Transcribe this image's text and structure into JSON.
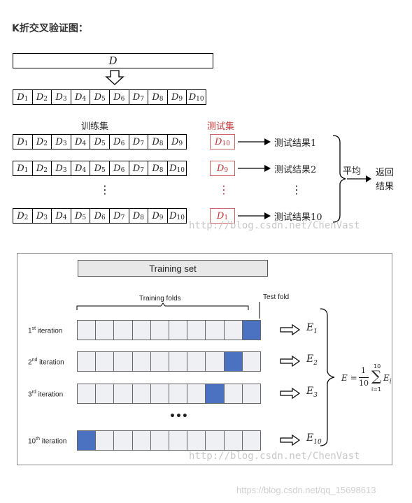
{
  "heading": "K折交叉验证图：",
  "top": {
    "d_label": "D",
    "all_folds": [
      "1",
      "2",
      "3",
      "4",
      "5",
      "6",
      "7",
      "8",
      "9",
      "10"
    ],
    "train_label": "训练集",
    "test_label": "测试集",
    "rows": [
      {
        "train": [
          "1",
          "2",
          "3",
          "4",
          "5",
          "6",
          "7",
          "8",
          "9"
        ],
        "test": "10",
        "result": "测试结果1"
      },
      {
        "train": [
          "1",
          "2",
          "3",
          "4",
          "5",
          "6",
          "7",
          "8",
          "10"
        ],
        "test": "9",
        "result": "测试结果2"
      },
      {
        "train": [
          "2",
          "3",
          "4",
          "5",
          "6",
          "7",
          "8",
          "9",
          "10"
        ],
        "test": "1",
        "result": "测试结果10"
      }
    ],
    "dots": "⋮",
    "avg_label": "平均",
    "return_line1": "返回",
    "return_line2": "结果"
  },
  "bottom": {
    "training_set": "Training set",
    "training_folds": "Training folds",
    "test_fold": "Test fold",
    "iterations": [
      {
        "num": "1",
        "sup": "st",
        "word": "iteration",
        "test_index": 9,
        "e_sub": "1"
      },
      {
        "num": "2",
        "sup": "nd",
        "word": "iteration",
        "test_index": 8,
        "e_sub": "2"
      },
      {
        "num": "3",
        "sup": "rd",
        "word": "iteration",
        "test_index": 7,
        "e_sub": "3"
      },
      {
        "num": "10",
        "sup": "th",
        "word": "iteration",
        "test_index": 0,
        "e_sub": "10"
      }
    ],
    "dots": "•••",
    "formula": {
      "lhs": "E =",
      "frac_num": "1",
      "frac_den": "10",
      "sum_top": "10",
      "sum_bottom": "i=1",
      "term": "E",
      "term_sub": "i"
    }
  },
  "watermarks": {
    "top": "http://blog.csdn.net/ChenVast",
    "bottom": "http://blog.csdn.net/ChenVast",
    "footer": "https://blog.csdn.net/qq_15698613"
  },
  "colors": {
    "test_fold": "#4a72c0",
    "red_text": "#c0393b"
  }
}
